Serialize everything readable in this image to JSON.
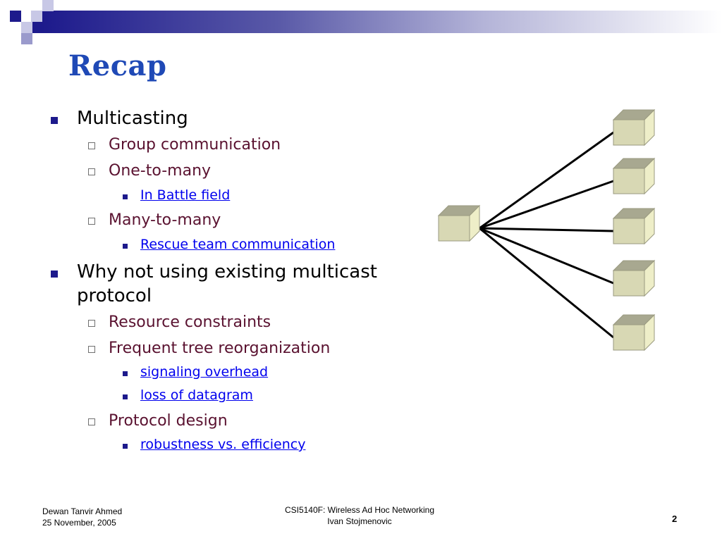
{
  "slide": {
    "title": "Recap",
    "bullets": {
      "multicasting": "Multicasting",
      "group_communication": "Group communication",
      "one_to_many": "One-to-many",
      "in_battle_field": "In Battle field",
      "many_to_many": "Many-to-many",
      "rescue_team": "Rescue team communication",
      "why_not_line1": "Why not using existing multicast",
      "why_not_line2": "protocol",
      "resource_constraints": "Resource constraints",
      "frequent_tree": "Frequent tree reorganization",
      "signaling_overhead": "signaling overhead",
      "loss_of_datagram": "loss of datagram",
      "protocol_design": "Protocol design",
      "robustness": "robustness vs. efficiency"
    },
    "diagram": {
      "receiver_count": 5
    }
  },
  "footer": {
    "author": "Dewan Tanvir Ahmed",
    "date": "25 November, 2005",
    "course": "CSI5140F: Wireless Ad Hoc Networking",
    "instructor": "Ivan Stojmenovic",
    "page_number": "2"
  },
  "colors": {
    "title": "#1f49b6",
    "accent": "#1d1a8c",
    "subitem": "#5a1230",
    "link": "#0000ee",
    "cube_face": "#d8d8b4"
  }
}
